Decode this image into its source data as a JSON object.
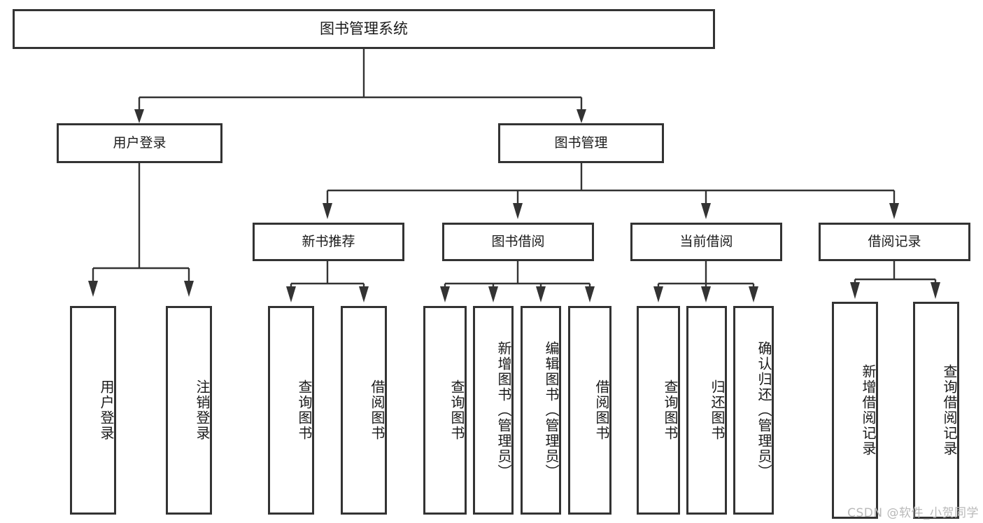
{
  "diagram": {
    "title": "图书管理系统",
    "type": "tree",
    "root": {
      "label": "图书管理系统"
    },
    "level2": [
      {
        "id": "user-login",
        "label": "用户登录"
      },
      {
        "id": "book-manage",
        "label": "图书管理"
      }
    ],
    "level3": [
      {
        "id": "new-book-recommend",
        "label": "新书推荐",
        "parent": "book-manage"
      },
      {
        "id": "book-borrow",
        "label": "图书借阅",
        "parent": "book-manage"
      },
      {
        "id": "current-borrow",
        "label": "当前借阅",
        "parent": "book-manage"
      },
      {
        "id": "borrow-record",
        "label": "借阅记录",
        "parent": "book-manage"
      }
    ],
    "leaves": {
      "user_login": [
        {
          "id": "leaf-user-login",
          "label": "用户登录"
        },
        {
          "id": "leaf-user-logout",
          "label": "注销登录"
        }
      ],
      "new_book_recommend": [
        {
          "id": "leaf-query-book-1",
          "label": "查询图书"
        },
        {
          "id": "leaf-borrow-book-1",
          "label": "借阅图书"
        }
      ],
      "book_borrow": [
        {
          "id": "leaf-query-book-2",
          "label": "查询图书"
        },
        {
          "id": "leaf-add-book",
          "label": "新增图书（管理员）"
        },
        {
          "id": "leaf-edit-book",
          "label": "编辑图书（管理员）"
        },
        {
          "id": "leaf-borrow-book-2",
          "label": "借阅图书"
        }
      ],
      "current_borrow": [
        {
          "id": "leaf-query-book-3",
          "label": "查询图书"
        },
        {
          "id": "leaf-return-book",
          "label": "归还图书"
        },
        {
          "id": "leaf-confirm-return",
          "label": "确认归还（管理员）"
        }
      ],
      "borrow_record": [
        {
          "id": "leaf-add-record",
          "label": "新增借阅记录"
        },
        {
          "id": "leaf-query-record",
          "label": "查询借阅记录"
        }
      ]
    }
  },
  "watermark": {
    "text": "CSDN @软件_小贺同学"
  },
  "colors": {
    "stroke": "#333333",
    "background": "#ffffff",
    "text": "#1a1a1a",
    "watermark": "#b9b9b9"
  }
}
